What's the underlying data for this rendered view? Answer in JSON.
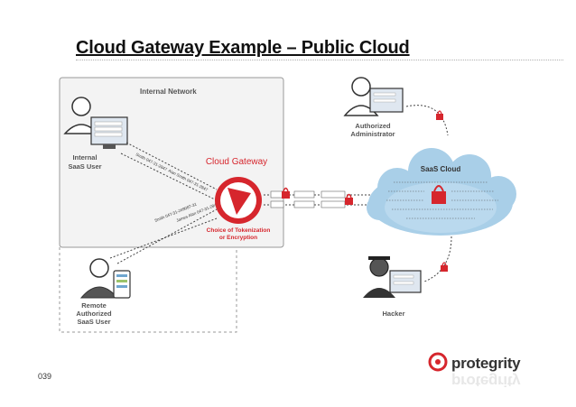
{
  "title": "Cloud Gateway Example – Public Cloud",
  "slide_number": "039",
  "brand": {
    "name": "protegrity",
    "accent": "#d6262d"
  },
  "internal_network": {
    "label": "Internal Network"
  },
  "internal_user": {
    "label_line1": "Internal",
    "label_line2": "SaaS User"
  },
  "remote_user": {
    "label_line1": "Remote",
    "label_line2": "Authorized",
    "label_line3": "SaaS User"
  },
  "gateway": {
    "label": "Cloud Gateway",
    "caption_line1": "Choice of Tokenization",
    "caption_line2": "or Encryption"
  },
  "saas_cloud": {
    "label": "SaaS Cloud"
  },
  "admin": {
    "label_line1": "Authorized",
    "label_line2": "Administrator"
  },
  "hacker": {
    "label": "Hacker"
  },
  "flow_text": {
    "internal_in": "Alan Smith 047-31-2847",
    "internal_out": "Smith 047-31-2847",
    "remote_in": "Smith 047-31-249087-31",
    "remote_out": "James Alan 047-31-2847"
  },
  "colors": {
    "red": "#d6262d",
    "cloud": "#a9cfe8",
    "cloud_dark": "#6fa6cf",
    "gray": "#666666"
  }
}
